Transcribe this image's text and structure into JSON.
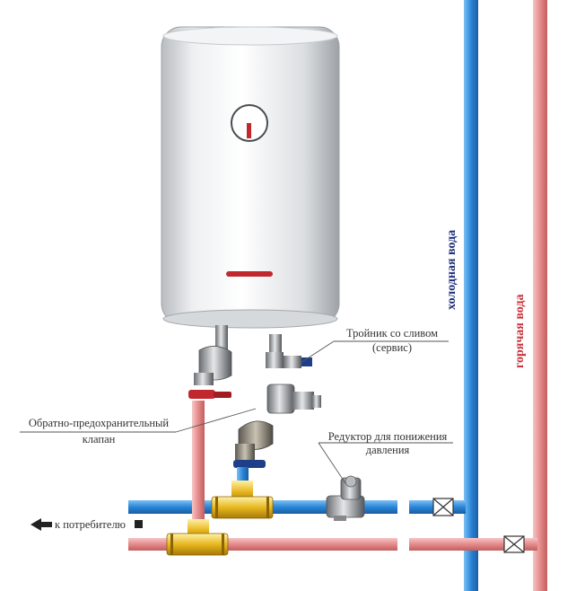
{
  "labels": {
    "cold_water": "холодная вода",
    "hot_water": "горячая вода",
    "tee_line1": "Тройник со сливом",
    "tee_line2": "(сервис)",
    "check_valve_line1": "Обратно-предохранительный",
    "check_valve_line2": "клапан",
    "reducer_line1": "Редуктор для понижения",
    "reducer_line2": "давления",
    "to_consumer": "к потребителю"
  },
  "colors": {
    "cold_pipe": "#2a86d6",
    "hot_pipe": "#e58a8a",
    "cold_label": "#1f2f7a",
    "hot_label": "#c8323a",
    "fitting_brass": "#e8b820",
    "tank_body": "#e6e8ea",
    "indicator_red": "#c0282e"
  }
}
